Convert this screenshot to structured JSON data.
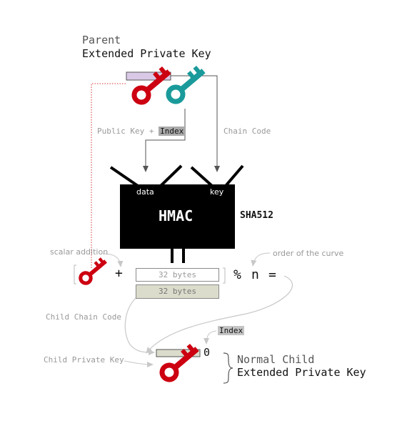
{
  "parent": {
    "line1": "Parent",
    "line2": "Extended Private Key"
  },
  "labels": {
    "public_key_plus": "Public Key + ",
    "index": "Index",
    "chain_code": "Chain Code",
    "scalar_addition": "scalar addition",
    "order_of_curve": "order of the curve",
    "child_chain_code": "Child Chain Code",
    "child_private_key": "Child Private Key"
  },
  "hmac": {
    "title": "HMAC",
    "data": "data",
    "key": "key",
    "algorithm": "SHA512"
  },
  "bytes": {
    "top": "32 bytes",
    "bottom": "32 bytes"
  },
  "ops": {
    "plus": "+",
    "mod": "%",
    "n": "n",
    "eq": "="
  },
  "child": {
    "index_tag": "Index",
    "zero": "0",
    "line1": "Normal Child",
    "line2": "Extended Private Key"
  },
  "colors": {
    "private_key": "#cc0010",
    "public_key": "#1a9a9a",
    "privkey_bar": "#d9c9e6",
    "child_bar": "#dcdccc",
    "hmac_box": "#000000",
    "arrows": "#555555",
    "light_arrows": "#cccccc",
    "dotted_line": "#dd3333"
  },
  "icons": [
    "private-key-icon",
    "public-key-icon",
    "brace-icon"
  ]
}
